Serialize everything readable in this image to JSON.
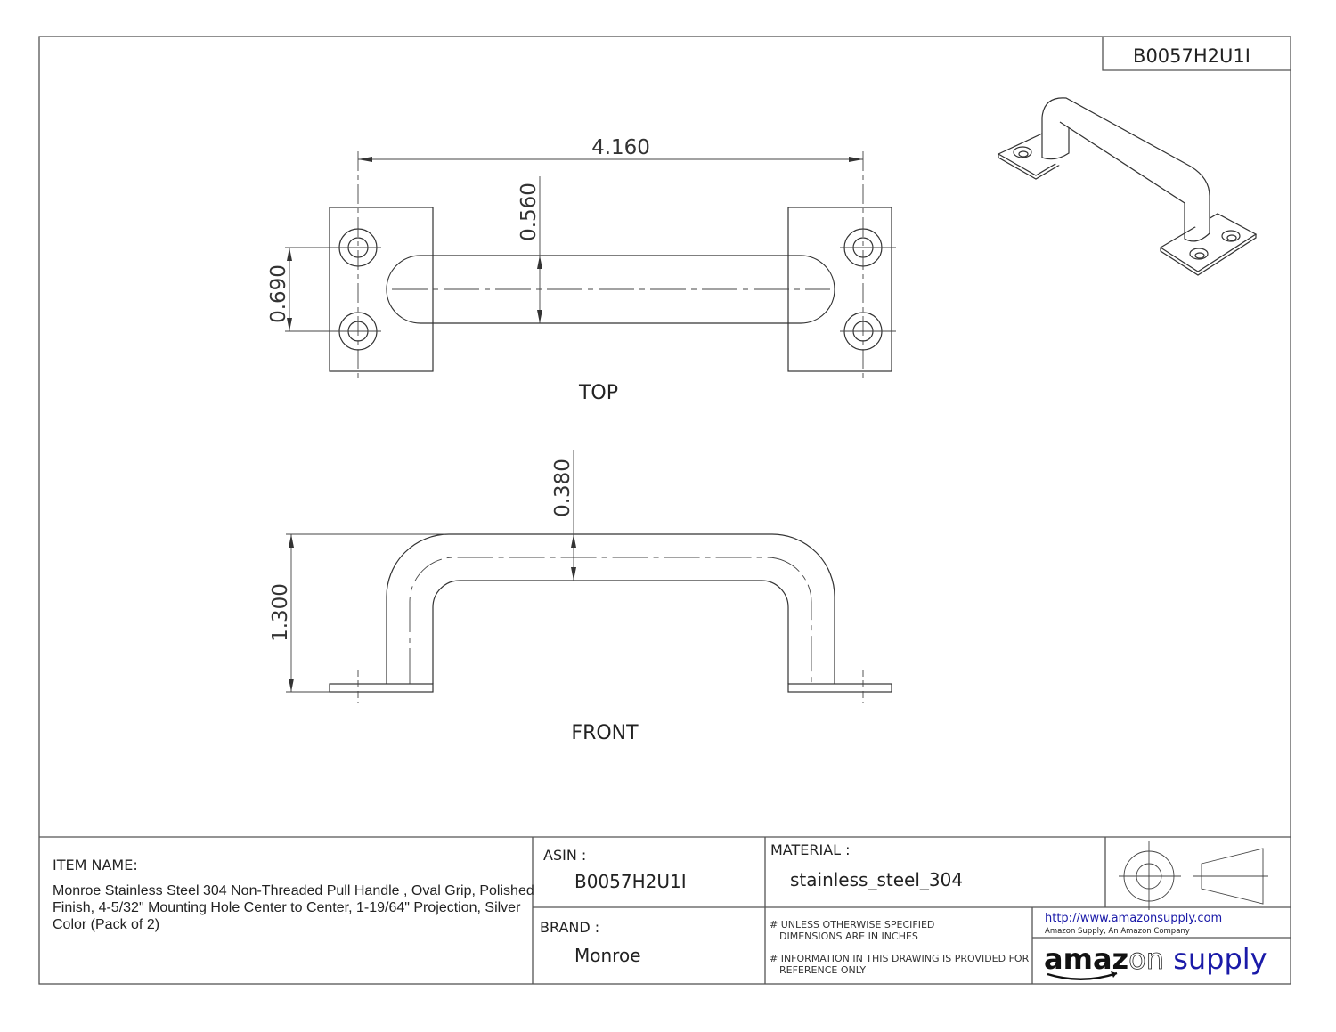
{
  "header": {
    "asin_box": "B0057H2U1I"
  },
  "views": {
    "top_label": "TOP",
    "front_label": "FRONT",
    "dimensions": {
      "hole_center_to_center": "4.160",
      "grip_width": "0.560",
      "hole_spacing": "0.690",
      "tube_thickness": "0.380",
      "projection": "1.300"
    }
  },
  "title_block": {
    "item_name_label": "ITEM NAME:",
    "item_name_lines": [
      "Monroe  Stainless Steel 304 Non-Threaded Pull Handle , Oval Grip, Polished",
      "Finish, 4-5/32\" Mounting Hole Center to Center, 1-19/64\" Projection, Silver",
      "Color (Pack of 2)"
    ],
    "asin_label": "ASIN :",
    "asin_value": "B0057H2U1I",
    "brand_label": "BRAND :",
    "brand_value": "Monroe",
    "material_label": "MATERIAL :",
    "material_value": "stainless_steel_304",
    "notes": [
      "# UNLESS OTHERWISE SPECIFIED",
      "DIMENSIONS ARE IN INCHES",
      "# INFORMATION IN THIS DRAWING IS PROVIDED FOR",
      "REFERENCE ONLY"
    ],
    "url": "http://www.amazonsupply.com",
    "company": "Amazon Supply, An Amazon Company",
    "logo_text": "amazonsupply",
    "logo_part1": "amaz",
    "logo_part2": "on",
    "logo_part3": " supply"
  },
  "colors": {
    "logo_blue": "#1a1aa8",
    "line": "#333333"
  }
}
